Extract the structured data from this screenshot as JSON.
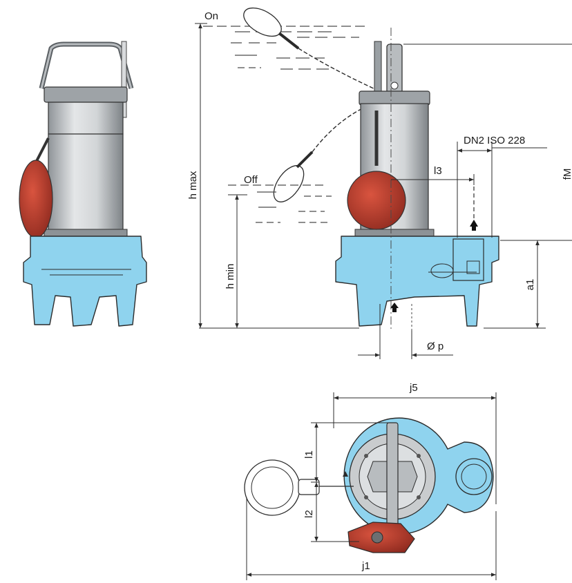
{
  "colors": {
    "water_blue": "#8fd3ee",
    "float_red": "#c0392b",
    "motor_grey": "#c9ccce",
    "line": "#2b2b2b",
    "dash": "#4a4a4a"
  },
  "labels": {
    "on": "On",
    "off": "Off",
    "h_max": "h max",
    "h_min": "h min",
    "fm": "fM",
    "dn2": "DN2 ISO 228",
    "l3": "l3",
    "a1": "a1",
    "op": "Ø p",
    "j5": "j5",
    "j1": "j1",
    "l1": "l1",
    "l2": "l2"
  }
}
